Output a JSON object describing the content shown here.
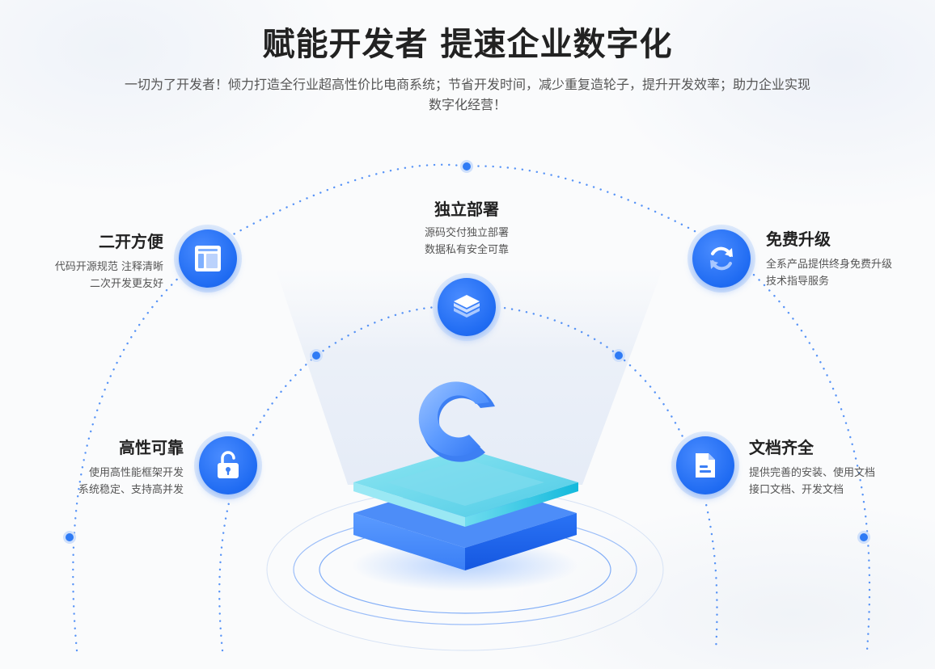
{
  "header": {
    "title": "赋能开发者 提速企业数字化",
    "subtitle_line1": "一切为了开发者！倾力打造全行业超高性价比电商系统；节省开发时间，减少重复造轮子，提升开发效率；助力企业实现",
    "subtitle_line2": "数字化经营！"
  },
  "features": {
    "easy_dev": {
      "title": "二开方便",
      "line1": "代码开源规范 注释清晰",
      "line2": "二次开发更友好",
      "icon": "layout-icon"
    },
    "deploy": {
      "title": "独立部署",
      "line1": "源码交付独立部署",
      "line2": "数据私有安全可靠",
      "icon": "layers-icon"
    },
    "upgrade": {
      "title": "免费升级",
      "line1": "全系产品提供终身免费升级",
      "line2": "技术指导服务",
      "icon": "refresh-icon"
    },
    "reliable": {
      "title": "高性可靠",
      "line1": "使用高性能框架开发",
      "line2": "系统稳定、支持高并发",
      "icon": "unlock-icon"
    },
    "docs": {
      "title": "文档齐全",
      "line1": "提供完善的安装、使用文档",
      "line2": "接口文档、开发文档",
      "icon": "document-icon"
    }
  },
  "illustration": {
    "logo_letter": "C"
  },
  "colors": {
    "brand_blue": "#1f6bf2",
    "teal_platform": "#5ed3ea",
    "dotted_arc": "#2f7bf5",
    "title_text": "#222222",
    "desc_text": "#555555"
  }
}
